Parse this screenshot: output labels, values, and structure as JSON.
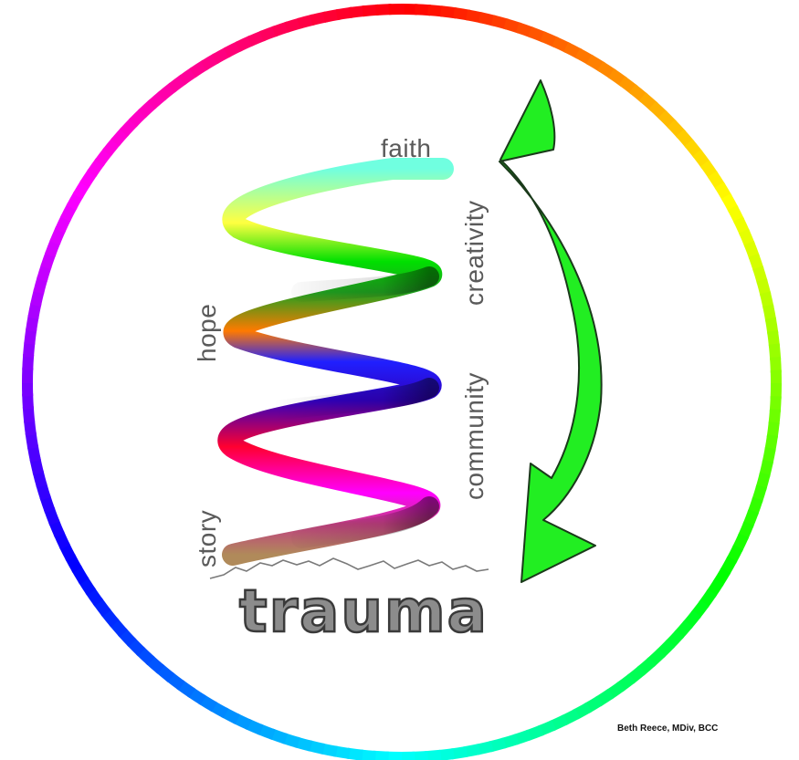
{
  "labels": {
    "faith": "faith",
    "creativity": "creativity",
    "hope": "hope",
    "community": "community",
    "story": "story",
    "trauma": "trauma"
  },
  "credit": "Beth Reece, MDiv, BCC",
  "colors": {
    "arrow_fill": "#22ee22",
    "arrow_stroke": "#1a3a1a",
    "label_text": "#5a5a5a",
    "trauma_fill": "#8c8c8c",
    "ring_gradient": [
      "#ff0000",
      "#ff8000",
      "#ffff00",
      "#80ff00",
      "#00ff80",
      "#00ffff",
      "#0080ff",
      "#0000ff",
      "#8000ff",
      "#ff00ff",
      "#ff0080",
      "#ff0000"
    ]
  },
  "icons": {
    "ring": "color-wheel-ring",
    "arrow": "curved-arrow-icon",
    "spiral": "rainbow-spring-spiral"
  }
}
